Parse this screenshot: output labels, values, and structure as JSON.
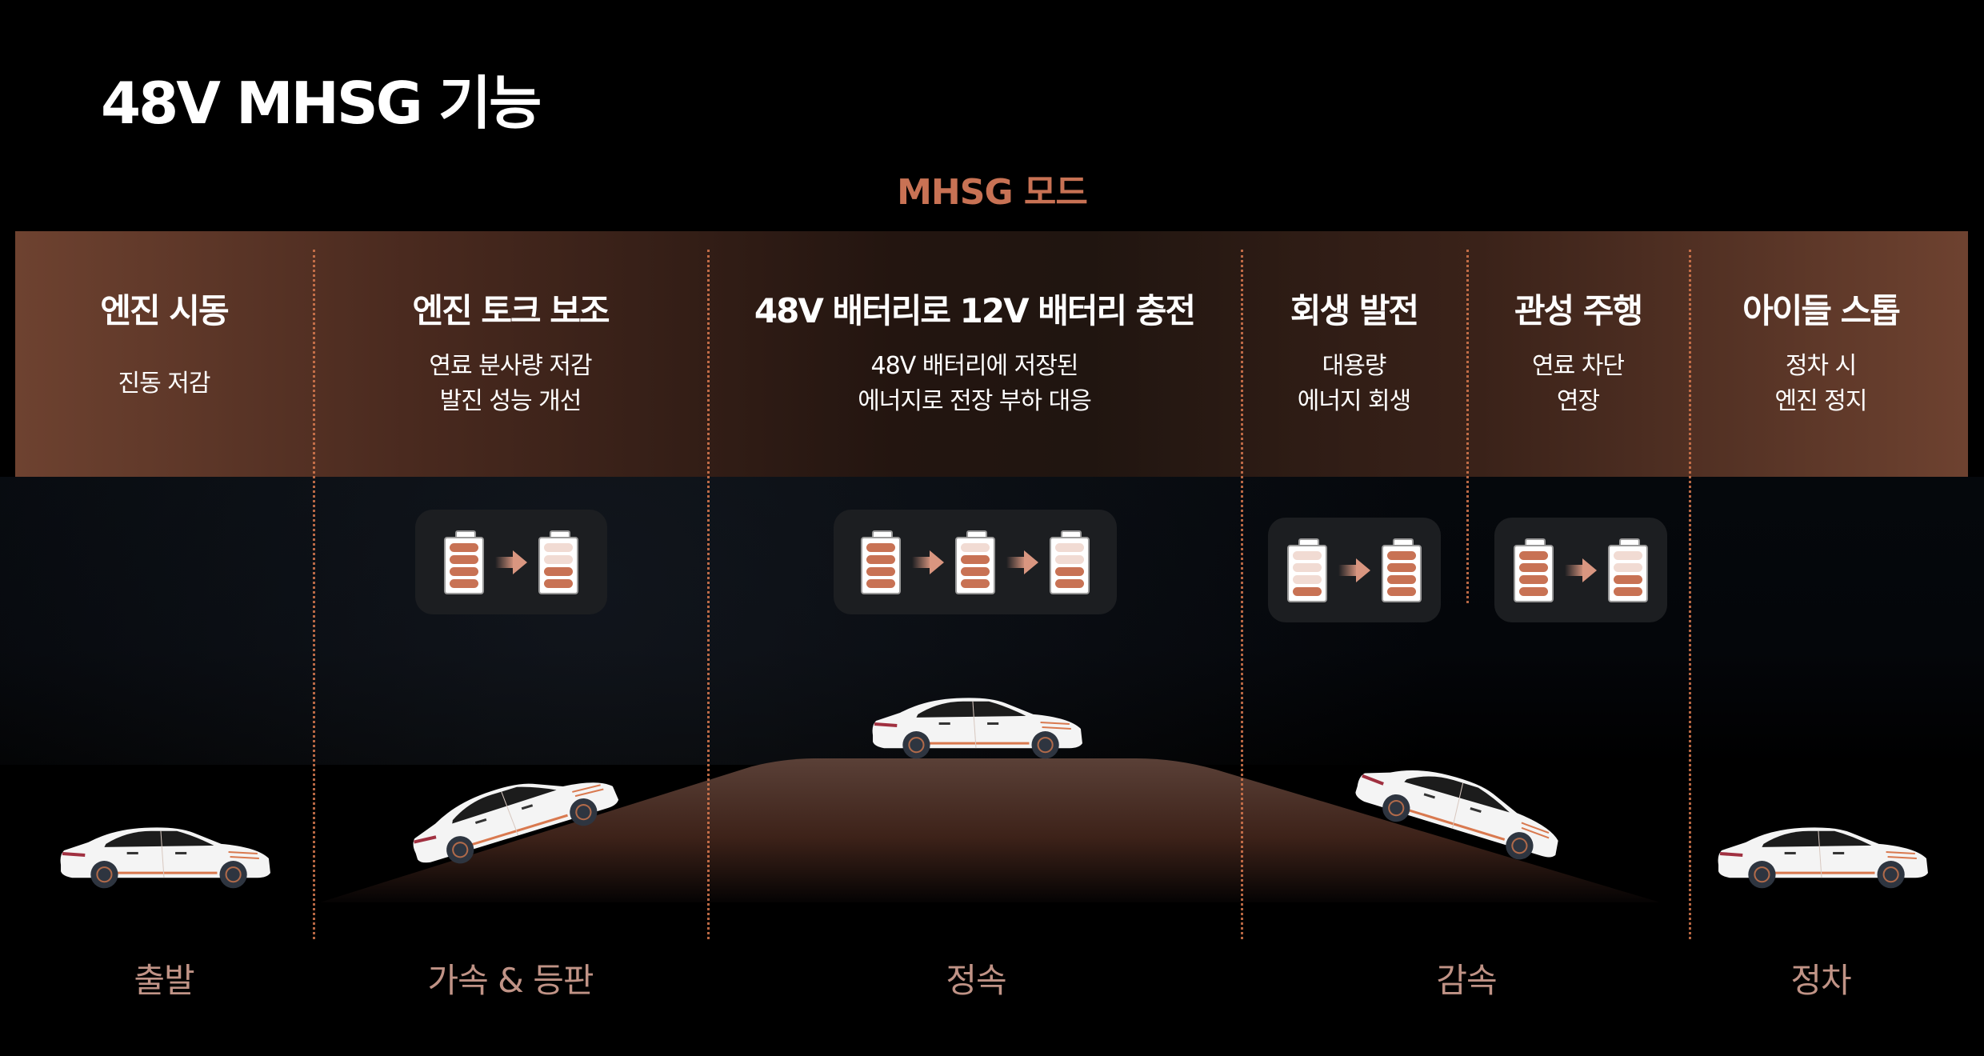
{
  "page": {
    "title": "48V MHSG 기능",
    "mode_label": "MHSG 모드"
  },
  "colors": {
    "background": "#000000",
    "accent": "#c87254",
    "band_edge": "#6e4230",
    "band_center": "#201510",
    "divider": "#d9794f",
    "stage_label": "#c09386",
    "battery_full": "#c87254",
    "battery_empty": "#f1dbd3",
    "arrow": "#d99680",
    "hill_top": "#5a4037"
  },
  "functions": [
    {
      "title": "엔진 시동",
      "desc": [
        "진동 저감"
      ],
      "batteries": []
    },
    {
      "title": "엔진 토크 보조",
      "desc": [
        "연료 분사량 저감",
        "발진 성능 개선"
      ],
      "batteries": [
        4,
        2
      ]
    },
    {
      "title": "48V 배터리로 12V 배터리 충전",
      "desc": [
        "48V 배터리에 저장된",
        "에너지로 전장 부하 대응"
      ],
      "batteries": [
        4,
        3,
        2
      ]
    },
    {
      "title": "회생 발전",
      "desc": [
        "대용량",
        "에너지 회생"
      ],
      "batteries": [
        1,
        4
      ]
    },
    {
      "title": "관성 주행",
      "desc": [
        "연료 차단",
        "연장"
      ],
      "batteries": [
        4,
        2
      ]
    },
    {
      "title": "아이들 스톱",
      "desc": [
        "정차 시",
        "엔진 정지"
      ],
      "batteries": []
    }
  ],
  "stages": [
    {
      "label": "출발",
      "car": "flat"
    },
    {
      "label": "가속 & 등판",
      "car": "uphill"
    },
    {
      "label": "정속",
      "car": "flat-top"
    },
    {
      "label": "감속",
      "car": "downhill"
    },
    {
      "label": "정차",
      "car": "flat"
    }
  ],
  "icons": {
    "battery": "battery-icon",
    "arrow": "arrow-right-icon",
    "car": "car-icon"
  }
}
